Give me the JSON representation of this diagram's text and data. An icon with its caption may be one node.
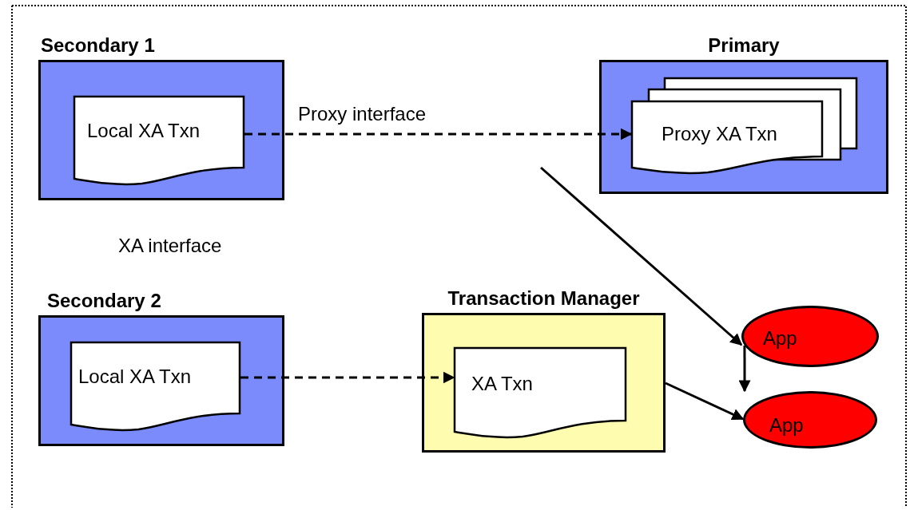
{
  "diagram": {
    "nodes": [
      {
        "text": [
          "Secondary 1"
        ]
      },
      {
        "text": [
          "Local XA Txn"
        ],
        "in": 0
      },
      {
        "text": [
          "Primary"
        ]
      },
      {
        "text": [
          "Proxy XA Txn"
        ],
        "in": 2
      },
      {
        "text": [
          "Secondary 2"
        ]
      },
      {
        "text": [
          "Local XA Txn"
        ],
        "in": 4
      },
      {
        "text": [
          "Transaction Manager"
        ]
      },
      {
        "text": [
          "XA Txn"
        ],
        "in": 6
      },
      {
        "text": [
          "App"
        ]
      },
      {
        "text": [
          "App"
        ]
      }
    ],
    "edges": [
      {
        "from": 1,
        "to": 3,
        "arrow": "to",
        "style": "dashed",
        "label": "Proxy interface"
      },
      {
        "from": 5,
        "to": 7,
        "arrow": "to",
        "style": "dashed"
      },
      {
        "from": null,
        "to": 8,
        "arrow": "to"
      },
      {
        "from": 8,
        "to": 9,
        "arrow": "to"
      },
      {
        "from": 6,
        "to": 9,
        "arrow": "to"
      }
    ],
    "labels": [
      "XA interface"
    ]
  }
}
